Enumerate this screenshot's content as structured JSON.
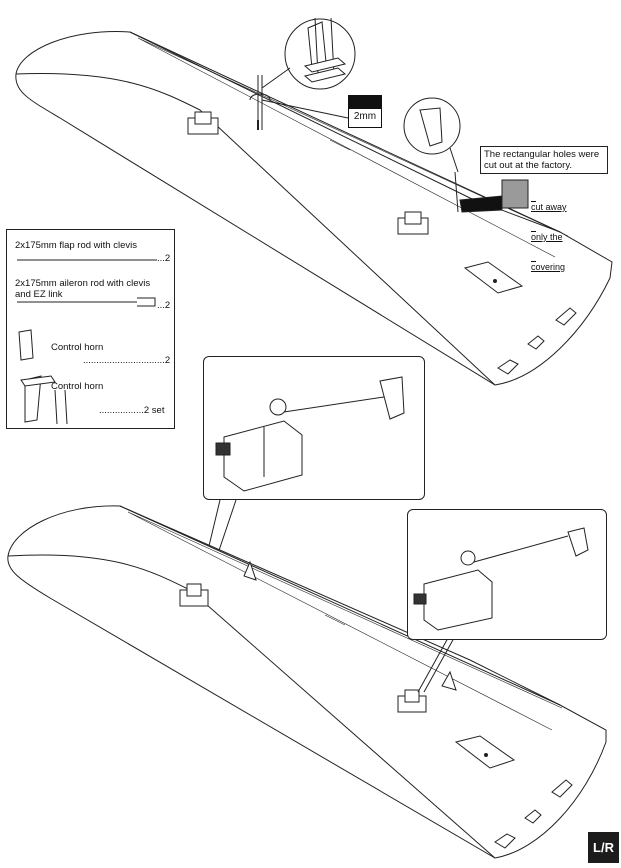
{
  "parts_list": {
    "flap_rod": {
      "label": "2x175mm flap rod with clevis",
      "qty": "...2"
    },
    "aileron_rod": {
      "label_line1": "2x175mm aileron rod with clevis",
      "label_line2": "and EZ link",
      "qty": "...2"
    },
    "control_horn_1": {
      "label": "Control horn",
      "qty": "...............................2"
    },
    "control_horn_2": {
      "label": "Control horn",
      "qty": ".................2 set"
    }
  },
  "notes": {
    "drill_size": "2mm",
    "factory_line1": "The rectangular holes were",
    "factory_line2": "cut out at the factory.",
    "cut_line1": "cut away",
    "cut_line2": "only the",
    "cut_line3": "covering"
  },
  "badge": {
    "label": "L/R"
  }
}
